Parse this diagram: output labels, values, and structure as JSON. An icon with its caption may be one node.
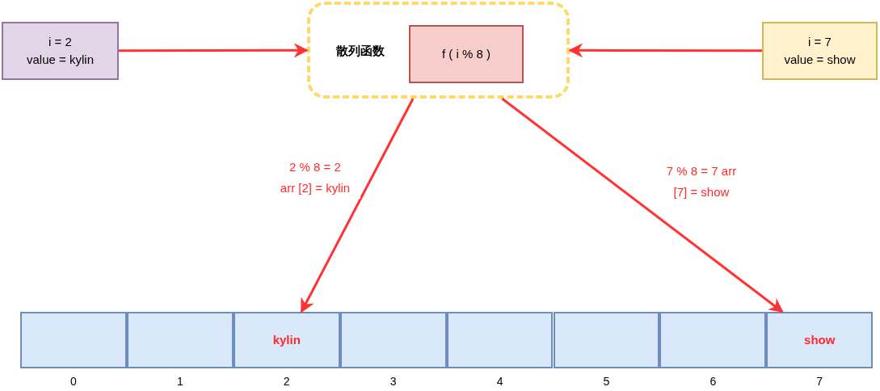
{
  "diagram": {
    "nodes": [
      {
        "text": [
          "i = 2",
          "value = kylin"
        ]
      },
      {
        "text": [
          "散列函数"
        ]
      },
      {
        "text": [
          "f ( i % 8 )"
        ],
        "in": 1
      },
      {
        "text": [
          "i = 7",
          "value = show"
        ]
      },
      {
        "text": [],
        "shape": "box",
        "beside": [
          "0"
        ]
      },
      {
        "text": [],
        "shape": "box",
        "beside": [
          "1"
        ]
      },
      {
        "text": [
          "kylin"
        ],
        "beside": [
          "2"
        ]
      },
      {
        "text": [],
        "shape": "box",
        "beside": [
          "3"
        ]
      },
      {
        "text": [],
        "shape": "box",
        "beside": [
          "4"
        ]
      },
      {
        "text": [],
        "shape": "box",
        "beside": [
          "5"
        ]
      },
      {
        "text": [],
        "shape": "box",
        "beside": [
          "6"
        ]
      },
      {
        "text": [
          "show"
        ],
        "beside": [
          "7"
        ]
      }
    ],
    "edges": [
      {
        "from": 0,
        "to": 1,
        "arrow": "to"
      },
      {
        "from": 3,
        "to": 1,
        "arrow": "to"
      },
      {
        "from": 1,
        "to": 6,
        "arrow": "to",
        "label": "2 % 8 = 2 arr [2] = kylin"
      },
      {
        "from": 1,
        "to": 11,
        "arrow": "to",
        "label": "7 % 8 = 7 arr [7] = show"
      }
    ]
  }
}
